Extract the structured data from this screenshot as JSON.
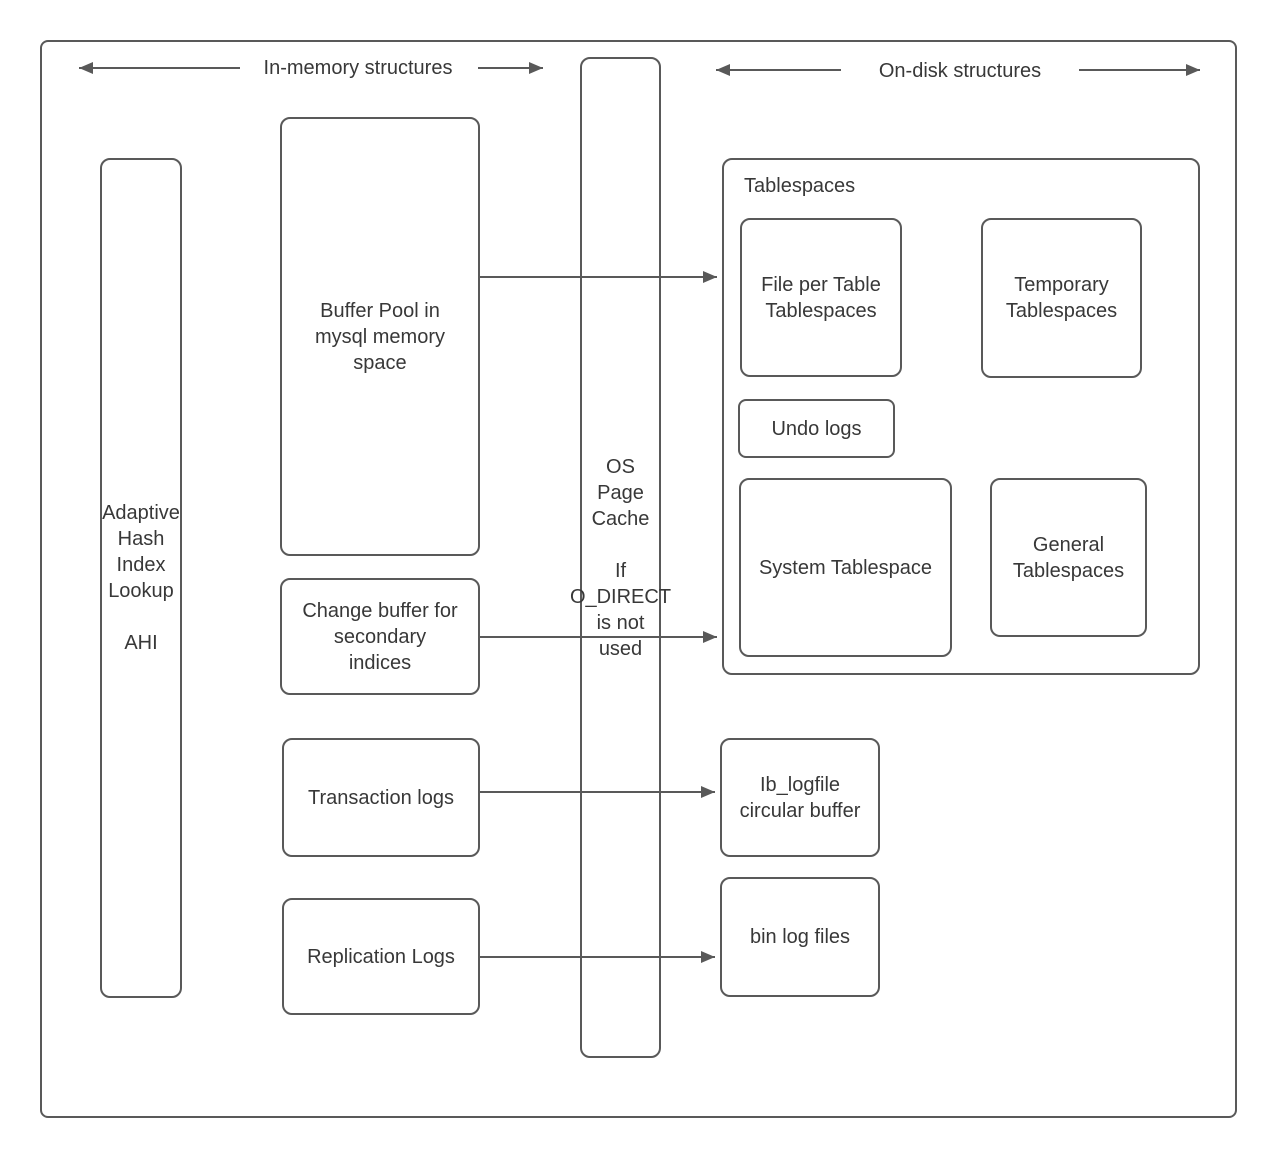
{
  "headers": {
    "in_memory": "In-memory structures",
    "on_disk": "On-disk structures"
  },
  "nodes": {
    "ahi": {
      "label": "Adaptive\nHash\nIndex\nLookup\n\nAHI"
    },
    "buffer_pool": {
      "label": "Buffer Pool in\nmysql memory\nspace"
    },
    "change_buffer": {
      "label": "Change buffer for\nsecondary\nindices"
    },
    "transaction_logs": {
      "label": "Transaction logs"
    },
    "replication_logs": {
      "label": "Replication Logs"
    },
    "os_page_cache": {
      "label": "OS\nPage\nCache\n\nIf\nO_DIRECT\nis not\nused"
    },
    "tablespaces": {
      "label": "Tablespaces"
    },
    "file_per_table": {
      "label": "File per Table\nTablespaces"
    },
    "temporary_tablespaces": {
      "label": "Temporary\nTablespaces"
    },
    "undo_logs": {
      "label": "Undo logs"
    },
    "system_tablespace": {
      "label": "System Tablespace"
    },
    "general_tablespaces": {
      "label": "General\nTablespaces"
    },
    "ib_logfile": {
      "label": "Ib_logfile\ncircular buffer"
    },
    "bin_log_files": {
      "label": "bin log files"
    }
  },
  "colors": {
    "stroke": "#595959",
    "text": "#383838",
    "background": "#ffffff"
  }
}
